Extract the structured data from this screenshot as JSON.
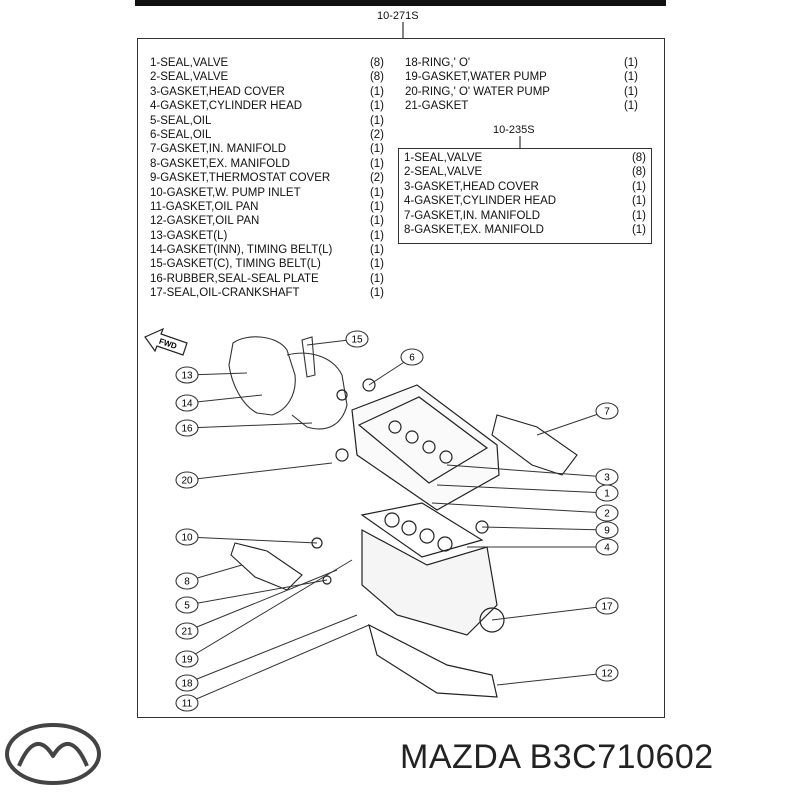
{
  "codes": {
    "main": "10-271S",
    "sub": "10-235S"
  },
  "parts_main": [
    {
      "label": "1-SEAL,VALVE",
      "qty": "(8)"
    },
    {
      "label": "2-SEAL,VALVE",
      "qty": "(8)"
    },
    {
      "label": "3-GASKET,HEAD COVER",
      "qty": "(1)"
    },
    {
      "label": "4-GASKET,CYLINDER HEAD",
      "qty": "(1)"
    },
    {
      "label": "5-SEAL,OIL",
      "qty": "(1)"
    },
    {
      "label": "6-SEAL,OIL",
      "qty": "(2)"
    },
    {
      "label": "7-GASKET,IN. MANIFOLD",
      "qty": "(1)"
    },
    {
      "label": "8-GASKET,EX. MANIFOLD",
      "qty": "(1)"
    },
    {
      "label": "9-GASKET,THERMOSTAT COVER",
      "qty": "(2)"
    },
    {
      "label": "10-GASKET,W. PUMP INLET",
      "qty": "(1)"
    },
    {
      "label": "11-GASKET,OIL PAN",
      "qty": "(1)"
    },
    {
      "label": "12-GASKET,OIL PAN",
      "qty": "(1)"
    },
    {
      "label": "13-GASKET(L)",
      "qty": "(1)"
    },
    {
      "label": "14-GASKET(INN), TIMING BELT(L)",
      "qty": "(1)"
    },
    {
      "label": "15-GASKET(C), TIMING BELT(L)",
      "qty": "(1)"
    },
    {
      "label": "16-RUBBER,SEAL-SEAL PLATE",
      "qty": "(1)"
    },
    {
      "label": "17-SEAL,OIL-CRANKSHAFT",
      "qty": "(1)"
    }
  ],
  "parts_extra": [
    {
      "label": "18-RING,' O'",
      "qty": "(1)"
    },
    {
      "label": "19-GASKET,WATER PUMP",
      "qty": "(1)"
    },
    {
      "label": "20-RING,' O'  WATER PUMP",
      "qty": "(1)"
    },
    {
      "label": "21-GASKET",
      "qty": "(1)"
    }
  ],
  "parts_sub": [
    {
      "label": "1-SEAL,VALVE",
      "qty": "(8)"
    },
    {
      "label": "2-SEAL,VALVE",
      "qty": "(8)"
    },
    {
      "label": "3-GASKET,HEAD COVER",
      "qty": "(1)"
    },
    {
      "label": "4-GASKET,CYLINDER HEAD",
      "qty": "(1)"
    },
    {
      "label": "7-GASKET,IN. MANIFOLD",
      "qty": "(1)"
    },
    {
      "label": "8-GASKET,EX. MANIFOLD",
      "qty": "(1)"
    }
  ],
  "fwd_label": "FWD",
  "callouts_left": [
    "13",
    "14",
    "16",
    "20",
    "10",
    "8",
    "5",
    "21",
    "19",
    "18",
    "11"
  ],
  "callouts_right": [
    "15",
    "6",
    "7",
    "3",
    "1",
    "2",
    "9",
    "4",
    "17",
    "12"
  ],
  "brand": {
    "text": "MAZDA B3C710602",
    "logo_icon": "mazda-logo-icon"
  }
}
